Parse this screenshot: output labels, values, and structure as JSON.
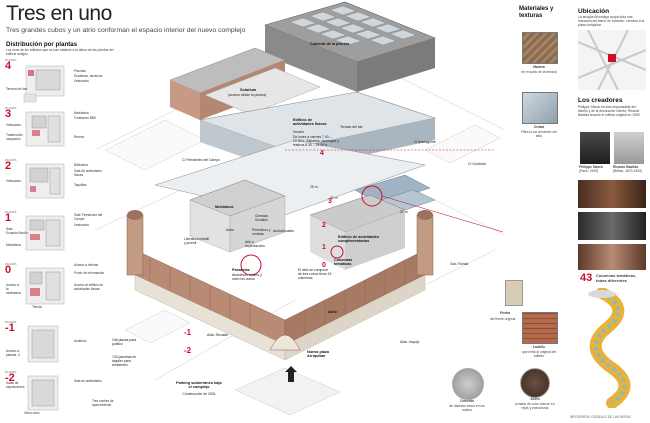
{
  "header": {
    "title": "Tres en uno",
    "subtitle": "Tres grandes cubos y un atrio conforman el espacio interior del nuevo complejo"
  },
  "floors": {
    "heading": "Distribución por plantas",
    "intro": "Los usos de los edificios que se han añadido a la altura de las plantas del edificio antiguo",
    "plant_label": "PLANTA",
    "levels": [
      {
        "num": "4",
        "items": [
          "Piscinas",
          "Escaleras, ascensor",
          "Vestuarios",
          "Terraza del bar"
        ]
      },
      {
        "num": "3",
        "items": [
          "Mediateca",
          "Fundación BBK",
          "Vestuarios",
          "Trastero/sin ocupación",
          "Recreo"
        ]
      },
      {
        "num": "2",
        "items": [
          "Biblioteca",
          "Sala de actividades físicas",
          "Vestuarios",
          "Taquillas"
        ]
      },
      {
        "num": "1",
        "items": [
          "Sala 'Fernández del Campo'",
          "Vestuarios",
          "Sala Ecuador/Jardín",
          "Mediateca"
        ]
      },
      {
        "num": "0",
        "items": [
          "Acceso a vitrinas",
          "Punto de información",
          "Acceso a la mediateca",
          "Tienda",
          "Acceso al edificio de actividades físicas"
        ]
      },
      {
        "num": "-1",
        "items": [
          "Acceso a plantas -2",
          "Auditorio"
        ]
      },
      {
        "num": "-2",
        "items": [
          "Salas de exposiciones",
          "Sala de actividades",
          "Tres niveles de aparcamiento",
          "Otros usos"
        ]
      }
    ]
  },
  "building": {
    "top_cube": "Cubierta de la piscina",
    "solarium": "Solarium",
    "solarium_sub": "(acceso desde la piscina)",
    "terrace": "Terraza del bar",
    "pool_building": "Edificio de actividades físicas",
    "pool_hours_label": "Horario",
    "pool_hours": "De lunes a viernes 7.00 – 22.30 h. Sábados, domingos y festivos 8.30 – 21.00 h.",
    "mediateca": "Mediateca",
    "mediateca_items": [
      "Ciencias Sociales",
      "Periódicos y revistas",
      "Audiovisuales",
      "Artes",
      "Literatura infantil y juvenil",
      "Arte y espectáculos"
    ],
    "complementary": "Edificio de actividades complementarias",
    "columns_label": "Columnas temáticas",
    "pasarelas": "Pasarelas",
    "pasarelas_sub": "Atraviesan el atrio y unen los cubos",
    "atrio": "Atrio",
    "atrio_sub": "El atrio se compone de tres cubos tiene 43 columnas",
    "new_square": "Nueva plaza Arriquíbar",
    "parking": "Parking subterráneo bajo el complejo",
    "parking_sub": "Construcción de 2004",
    "parking_info": [
      "246 plazas para público",
      "743 parcelas en alquiler para residentes"
    ],
    "streets": [
      "C/ Fernández del Campo",
      "C/ Iparraguirre",
      "C/ Gordóniz",
      "Gdo. Ronda",
      "Alda. Urquijo",
      "Alda. Recalde"
    ],
    "dims": [
      "25 m",
      "21 m",
      "32 m"
    ],
    "red_floor_markers": [
      "4",
      "3",
      "2",
      "1",
      "0",
      "-1",
      "-2"
    ]
  },
  "materials": {
    "heading": "Materiales y texturas",
    "items": [
      {
        "name": "Madera",
        "desc": "en el suelo de la terraza"
      },
      {
        "name": "Cristal",
        "desc": "Filtra la luz al interior del atrio"
      },
      {
        "name": "Ladrillo",
        "desc": "que imita al original del edificio"
      },
      {
        "name": "Acero",
        "desc": "pintado de color marrón en rejas y estructuras"
      },
      {
        "name": "Cemento",
        "desc": "de distintos tonos en los suelos"
      },
      {
        "name": "Piedra",
        "desc": "del frente original"
      }
    ]
  },
  "location": {
    "heading": "Ubicación",
    "desc": "La antigua Alhóndiga ocupa toda una manzana del barrio de Indautxu, cercana a la plaza Arriquíbar"
  },
  "creators": {
    "heading": "Los creadores",
    "desc": "Philippe Starck ha sido responsable del diseño y de la decoración interior, Ricardo Bastida levantó el edificio original en 1909.",
    "people": [
      {
        "name": "Philippe Starck",
        "info": "(París, 1949)"
      },
      {
        "name": "Ricardo Bastida",
        "info": "(Bilbao, 1879-1953)"
      }
    ]
  },
  "columns": {
    "count": "43",
    "label": "Columnas temáticas, todas diferentes"
  },
  "credits": "INFOGRAFÍA: GONZALO DE LAS HERAS",
  "colors": {
    "accent": "#c8102e",
    "building_brick": "#b98b74",
    "glass": "#9fb3c4"
  }
}
